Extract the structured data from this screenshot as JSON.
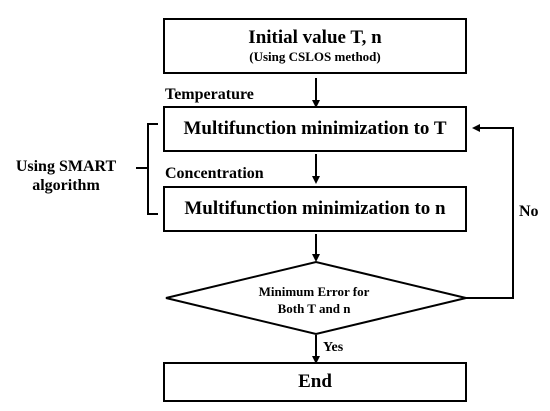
{
  "diagram": {
    "start_box": {
      "title": "Initial value T, n",
      "subtitle": "(Using CSLOS method)"
    },
    "temperature_label": "Temperature",
    "min_t_box": "Multifunction minimization to T",
    "concentration_label": "Concentration",
    "min_n_box": "Multifunction minimization to n",
    "decision": {
      "line1": "Minimum Error for",
      "line2": "Both T and n"
    },
    "yes_label": "Yes",
    "no_label": "No",
    "end_box": "End",
    "side_group": {
      "line1": "Using SMART",
      "line2": "algorithm"
    }
  }
}
